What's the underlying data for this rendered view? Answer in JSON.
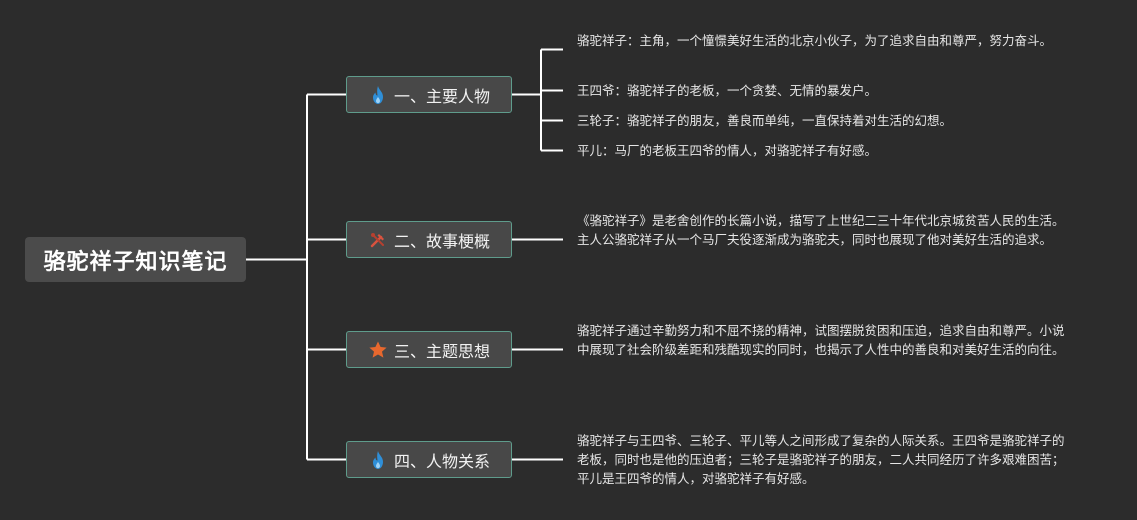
{
  "mindmap": {
    "root": {
      "label": "骆驼祥子知识笔记"
    },
    "branches": [
      {
        "label": "一、主要人物",
        "icon": "flame-icon",
        "icon_color": "#2f8fd8",
        "leaves": [
          "骆驼祥子：主角，一个憧憬美好生活的北京小伙子，为了追求自由和尊严，努力奋斗。",
          "王四爷：骆驼祥子的老板，一个贪婪、无情的暴发户。",
          "三轮子：骆驼祥子的朋友，善良而单纯，一直保持着对生活的幻想。",
          "平儿：马厂的老板王四爷的情人，对骆驼祥子有好感。"
        ]
      },
      {
        "label": "二、故事梗概",
        "icon": "tools-icon",
        "icon_color": "#d9533f",
        "leaves": [
          "《骆驼祥子》是老舍创作的长篇小说，描写了上世纪二三十年代北京城贫苦人民的生活。主人公骆驼祥子从一个马厂夫役逐渐成为骆驼夫，同时也展现了他对美好生活的追求。"
        ]
      },
      {
        "label": "三、主题思想",
        "icon": "star-icon",
        "icon_color": "#e8682e",
        "leaves": [
          "骆驼祥子通过辛勤努力和不屈不挠的精神，试图摆脱贫困和压迫，追求自由和尊严。小说中展现了社会阶级差距和残酷现实的同时，也揭示了人性中的善良和对美好生活的向往。"
        ]
      },
      {
        "label": "四、人物关系",
        "icon": "flame-icon",
        "icon_color": "#2f8fd8",
        "leaves": [
          "骆驼祥子与王四爷、三轮子、平儿等人之间形成了复杂的人际关系。王四爷是骆驼祥子的老板，同时也是他的压迫者；三轮子是骆驼祥子的朋友，二人共同经历了许多艰难困苦；平儿是王四爷的情人，对骆驼祥子有好感。"
        ]
      }
    ]
  },
  "colors": {
    "background": "#2c2c2c",
    "connector": "#ffffff",
    "branch_border": "#5f9c8c"
  }
}
